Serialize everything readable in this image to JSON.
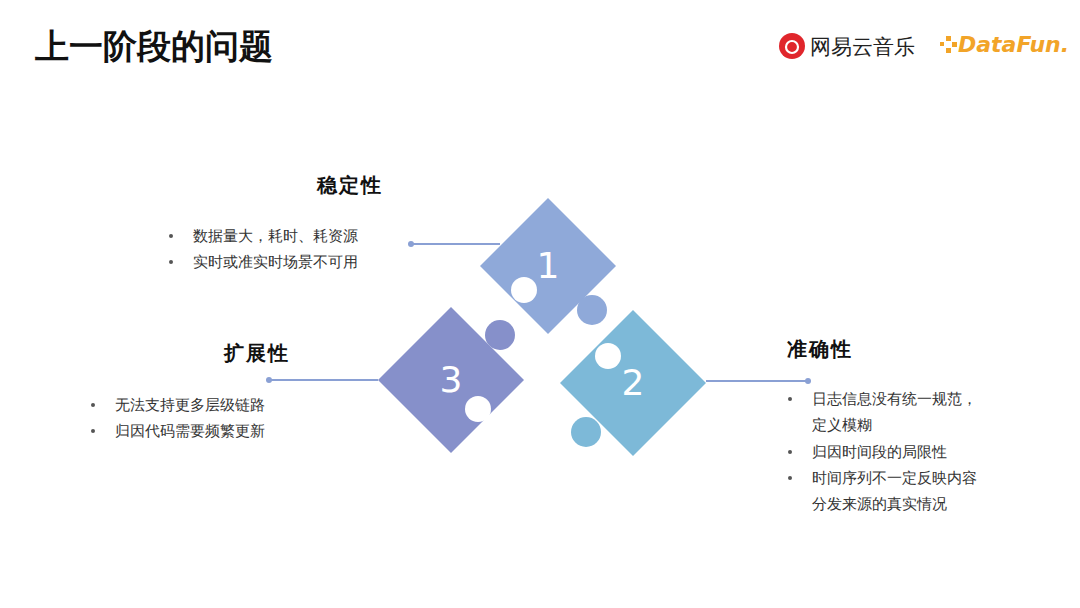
{
  "diagram": {
    "title": "上一阶段的问题",
    "nodes": [
      {
        "text": [
          "1"
        ]
      },
      {
        "text": [
          "2"
        ]
      },
      {
        "text": [
          "3"
        ]
      }
    ],
    "labels": [
      "网易云音乐",
      "DataFun.",
      "稳定性",
      "数据量大，耗时、耗资源",
      "实时或准实时场景不可用",
      "准确性",
      "日志信息没有统一规范，定义模糊",
      "归因时间段的局限性",
      "时间序列不一定反映内容分发来源的真实情况",
      "扩展性",
      "无法支持更多层级链路",
      "归因代码需要频繁更新"
    ]
  }
}
